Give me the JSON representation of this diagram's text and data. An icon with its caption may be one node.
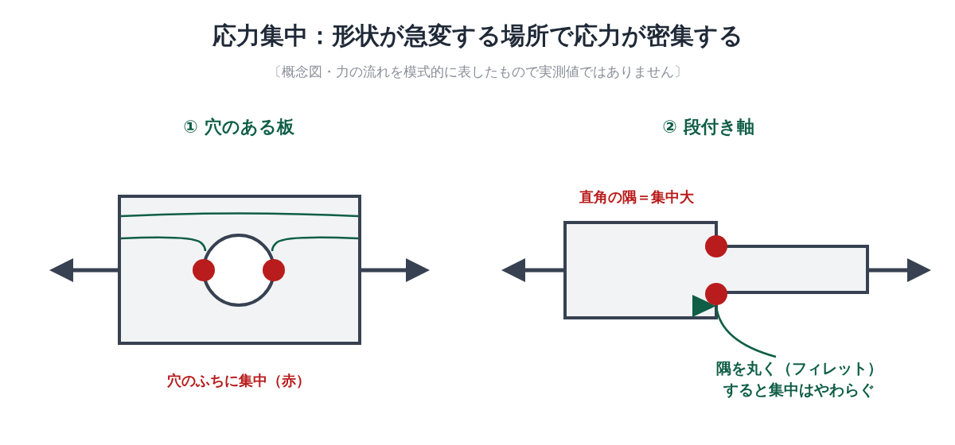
{
  "diagram": {
    "title": "応力集中：形状が急変する場所で応力が密集する",
    "nodes": [
      {
        "text": [
          "隅を丸く（フィレット）すると集中はやわらぐ"
        ]
      },
      {
        "text": [],
        "shape": "circle"
      }
    ],
    "edges": [
      {
        "from": 0,
        "to": 1,
        "arrow": "to"
      }
    ],
    "labels": [
      "〔概念図・力の流れを模式的に表したもので実測値ではありません〕",
      "① 穴のある板",
      "② 段付き軸",
      "直角の隅＝集中大",
      "穴のふちに集中（赤）"
    ]
  }
}
